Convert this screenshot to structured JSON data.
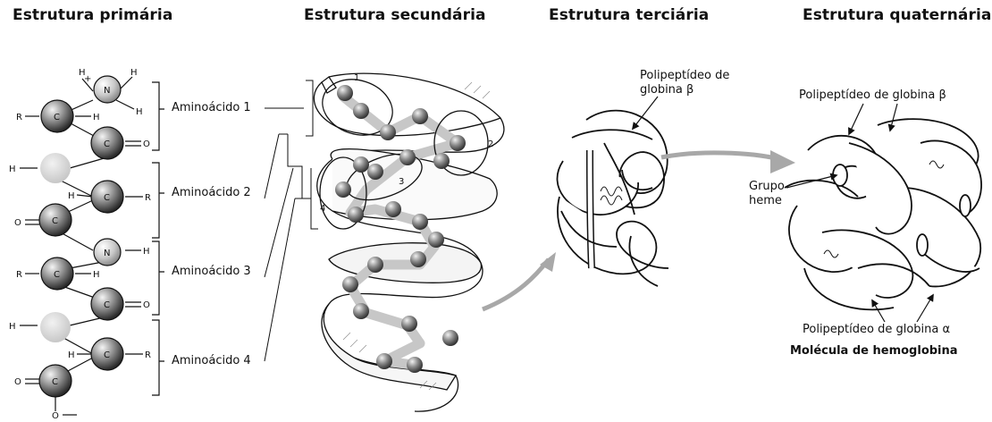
{
  "titles": {
    "primary": "Estrutura primária",
    "secondary": "Estrutura secundária",
    "tertiary": "Estrutura terciária",
    "quaternary": "Estrutura quaternária"
  },
  "primary": {
    "amino_labels": [
      "Aminoácido 1",
      "Aminoácido 2",
      "Aminoácido 3",
      "Aminoácido 4"
    ],
    "atoms": {
      "N": "N",
      "C": "C",
      "O": "O",
      "H": "H",
      "R": "R",
      "plus": "+"
    }
  },
  "secondary": {
    "turn_numbers": [
      "1",
      "2",
      "3",
      "4"
    ]
  },
  "tertiary": {
    "label_line1": "Polipeptídeo de",
    "label_line2": "globina β"
  },
  "quaternary": {
    "beta_label": "Polipeptídeo de globina β",
    "heme_line1": "Grupo",
    "heme_line2": "heme",
    "alpha_label": "Polipeptídeo de globina α",
    "molecule_label": "Molécula de hemoglobina"
  }
}
